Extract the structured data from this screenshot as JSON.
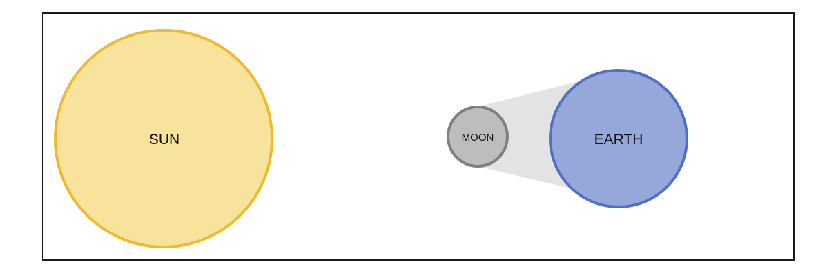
{
  "diagram": {
    "bodies": {
      "sun": {
        "label": "SUN",
        "fill": "#F7E39B",
        "stroke": "#EEBB2E"
      },
      "moon": {
        "label": "MOON",
        "fill": "#BDBDBD",
        "stroke": "#7F7F7F"
      },
      "earth": {
        "label": "EARTH",
        "fill": "#96A8DA",
        "stroke": "#4F6FC8"
      }
    },
    "shadow": {
      "fill": "#E3E3E3"
    },
    "frame": {
      "stroke": "#1a1a1a"
    }
  }
}
